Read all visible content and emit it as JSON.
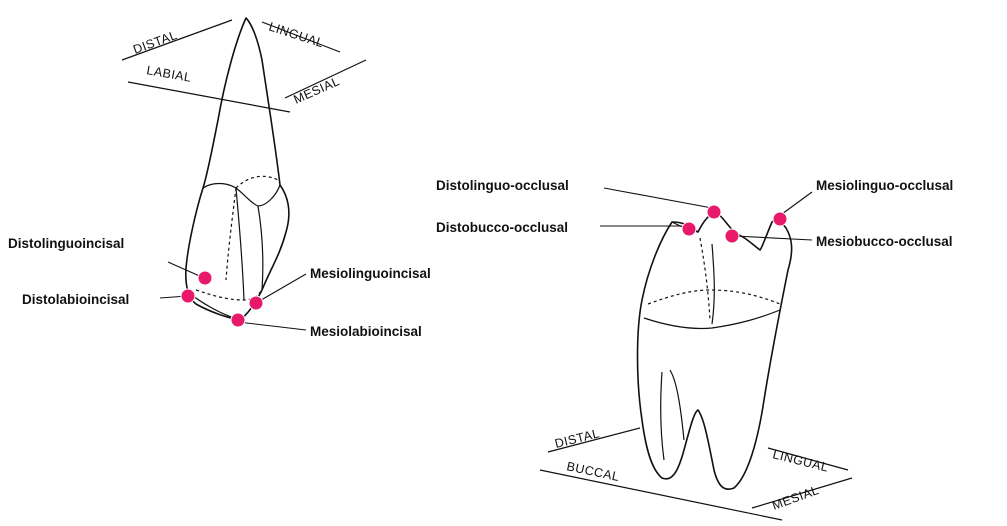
{
  "incisor": {
    "orientation": {
      "distal": "DISTAL",
      "lingual": "LINGUAL",
      "labial": "LABIAL",
      "mesial": "MESIAL"
    },
    "labels": {
      "distolinguoincisal": "Distolinguoincisal",
      "distolabioincisal": "Distolabioincisal",
      "mesiolinguoincisal": "Mesiolinguoincisal",
      "mesiolabioincisal": "Mesiolabioincisal"
    }
  },
  "molar": {
    "orientation": {
      "distal": "DISTAL",
      "lingual": "LINGUAL",
      "buccal": "BUCCAL",
      "mesial": "MESIAL"
    },
    "labels": {
      "distolinguo_occlusal": "Distolinguo-occlusal",
      "distobucco_occlusal": "Distobucco-occlusal",
      "mesiolinguo_occlusal": "Mesiolinguo-occlusal",
      "mesiobucco_occlusal": "Mesiobucco-occlusal"
    }
  },
  "colors": {
    "point": "#e8196a",
    "line": "#111111"
  }
}
